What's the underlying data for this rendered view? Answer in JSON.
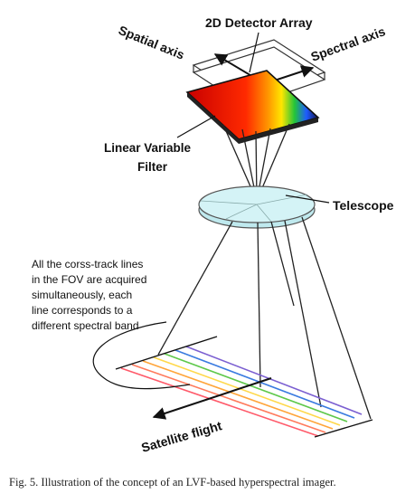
{
  "labels": {
    "detector": "2D Detector Array",
    "spatial_axis": "Spatial axis",
    "spectral_axis": "Spectral axis",
    "filter_line1": "Linear Variable",
    "filter_line2": "Filter",
    "telescope": "Telescope",
    "satellite_flight": "Satellite flight"
  },
  "annotation": {
    "lines": [
      "All the corss-track lines",
      "in the FOV are acquired",
      "simultaneously, each",
      "line corresponds to a",
      "different spectral band"
    ]
  },
  "caption": "Fig. 5.    Illustration of the concept of an LVF-based hyperspectral imager.",
  "colors": {
    "telescope_fill": "#c9eef2",
    "filter_gradient": [
      "#d40000",
      "#ff3a00",
      "#ff9a00",
      "#ffe000",
      "#2ecc40",
      "#1e6bff",
      "#1a1a80"
    ],
    "ground_lines": [
      "#ff6b6b",
      "#ff8a5c",
      "#ffb347",
      "#ffd84a",
      "#7ed957",
      "#4a90e2",
      "#8a6fd1"
    ]
  }
}
